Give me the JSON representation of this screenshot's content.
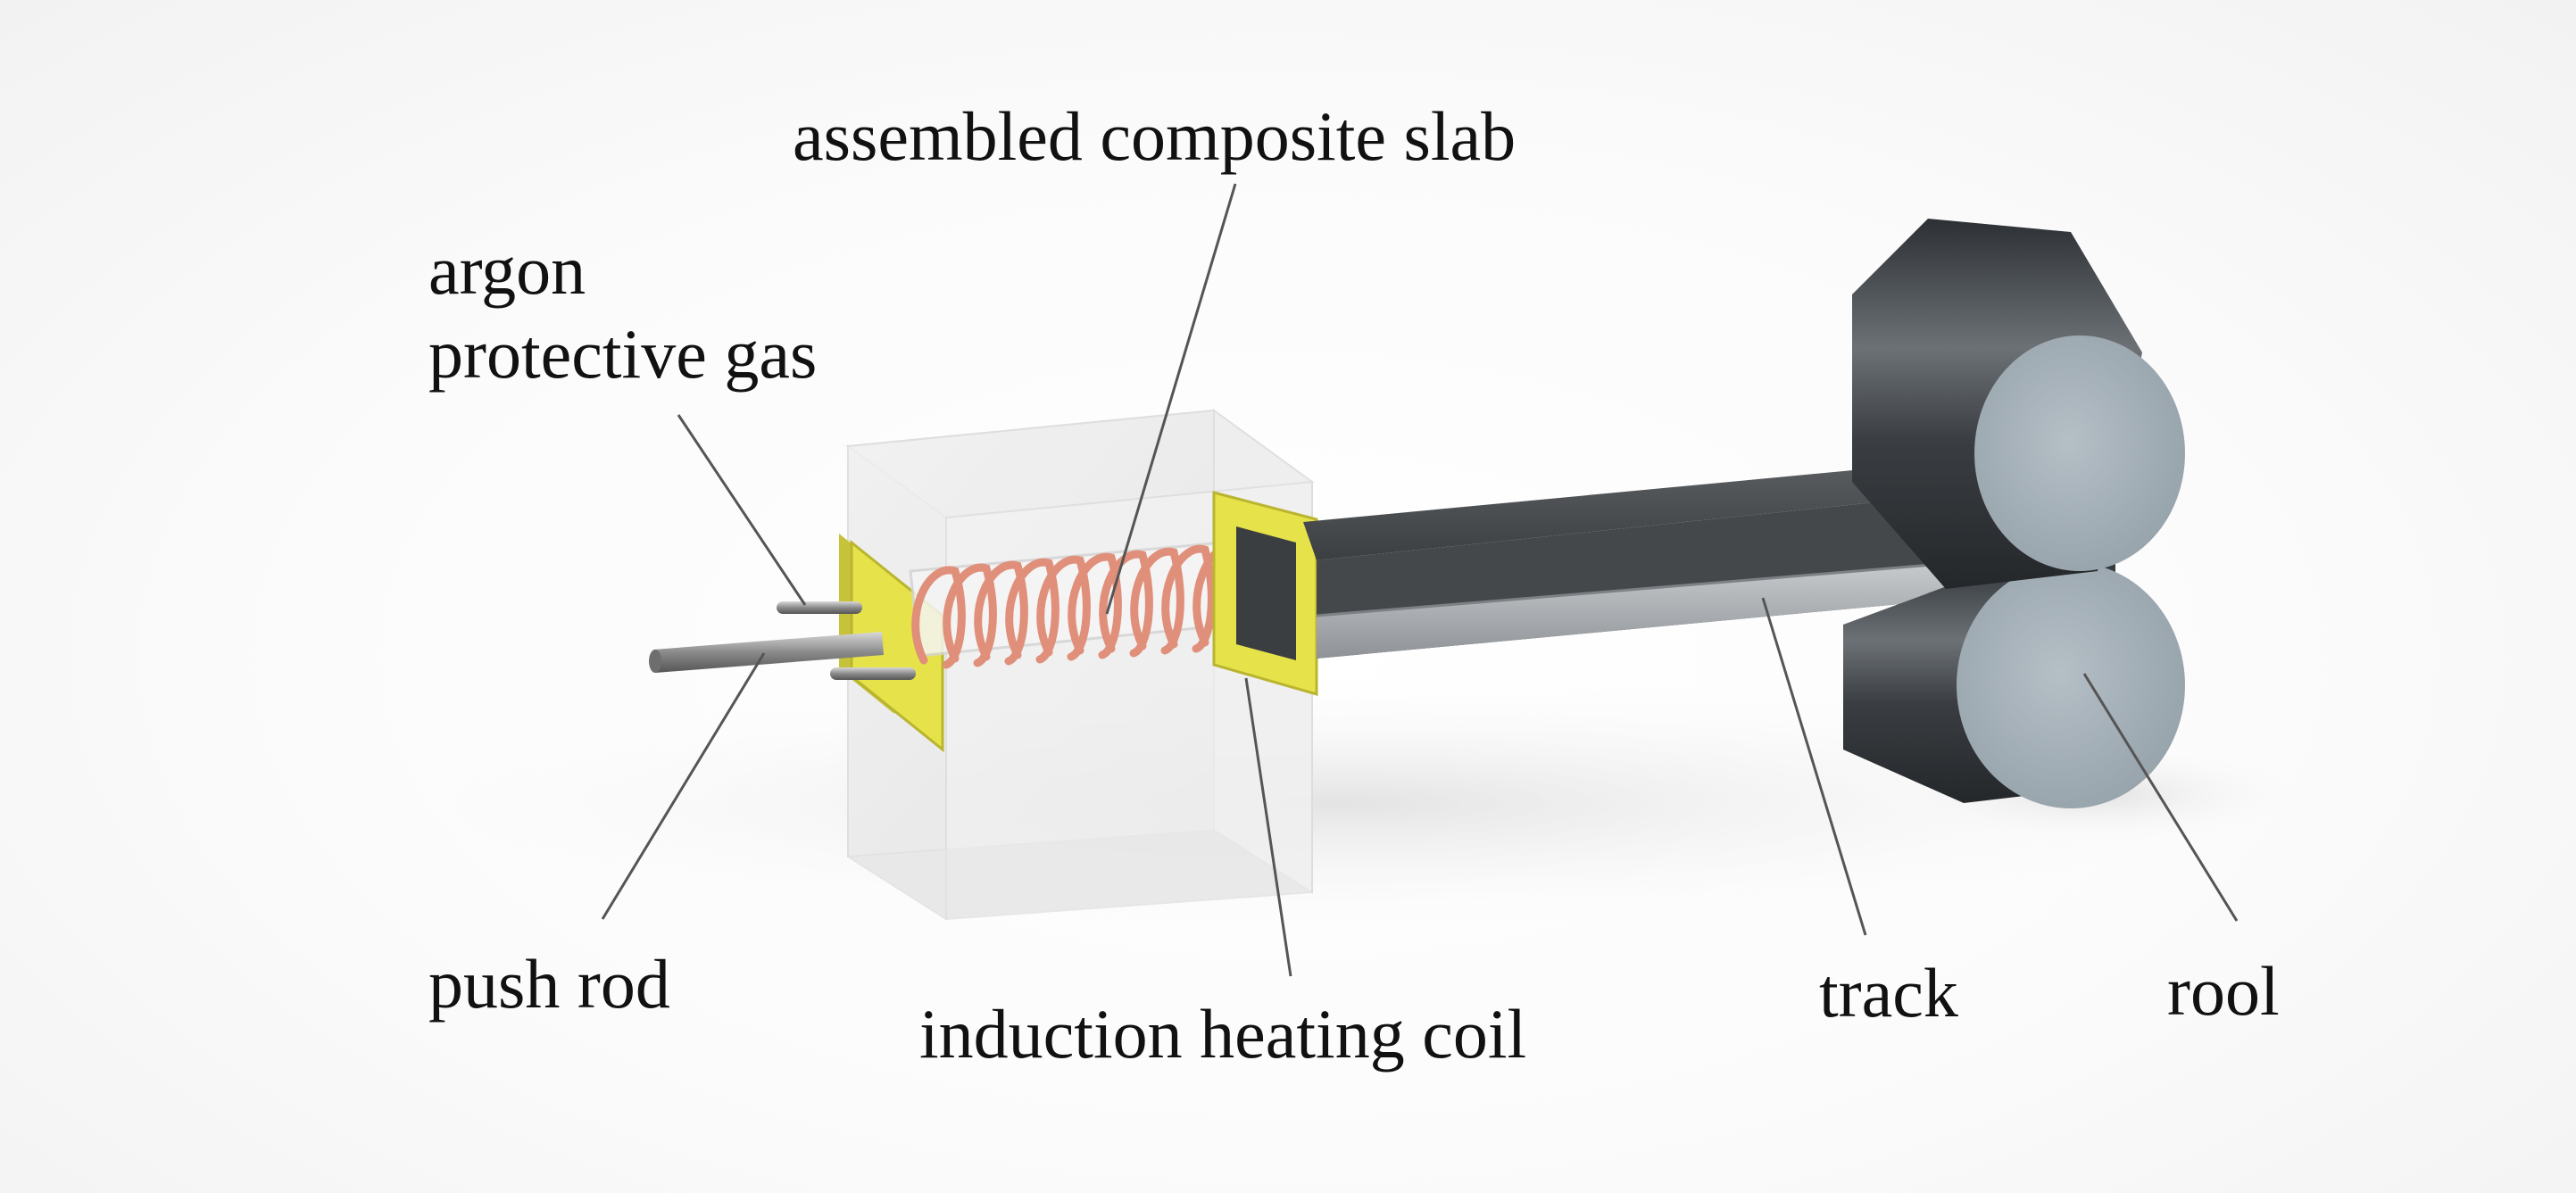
{
  "labels": {
    "assembled_composite_slab": "assembled composite slab",
    "argon": "argon",
    "protective_gas": "protective gas",
    "push_rod": "push rod",
    "induction_heating_coil": "induction heating coil",
    "track": "track",
    "rool": "rool"
  },
  "colors": {
    "frame_yellow": "#e6e34a",
    "coil_copper": "#e08f7a",
    "track_dark": "#4a4d50",
    "roll_face": "#a7b3bb",
    "roll_body": "#3e4246",
    "glass_box": "#ececec",
    "leader_line": "#555555"
  }
}
